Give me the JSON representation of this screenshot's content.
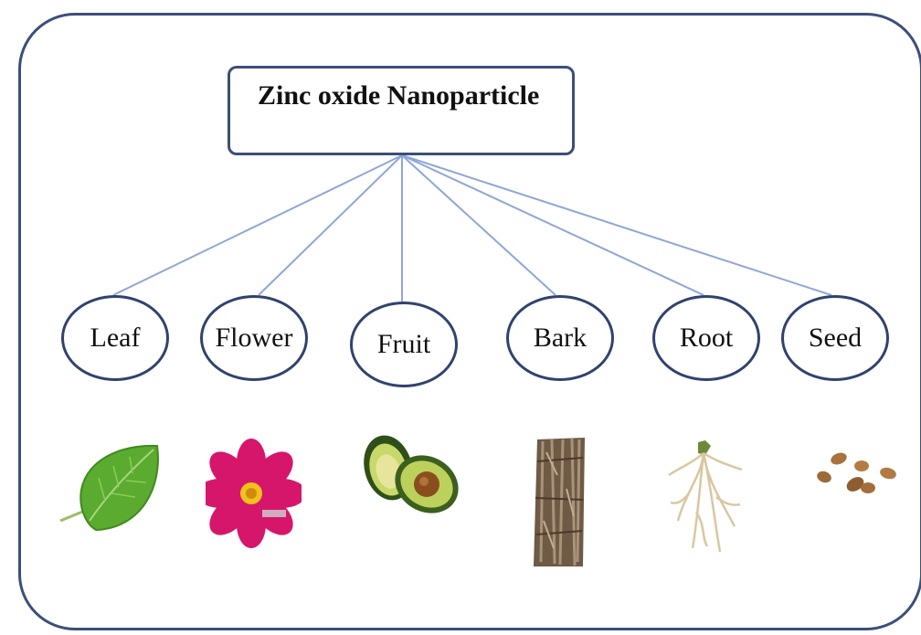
{
  "root": {
    "label": "Zinc oxide Nanoparticle"
  },
  "children": [
    {
      "label": "Leaf",
      "picture": "leaf-icon"
    },
    {
      "label": "Flower",
      "picture": "flower-icon"
    },
    {
      "label": "Fruit",
      "picture": "avocado-icon"
    },
    {
      "label": "Bark",
      "picture": "bark-icon"
    },
    {
      "label": "Root",
      "picture": "root-icon"
    },
    {
      "label": "Seed",
      "picture": "seed-icon"
    }
  ],
  "colors": {
    "border": "#3b4f7a",
    "connector": "#8fa7d6"
  }
}
